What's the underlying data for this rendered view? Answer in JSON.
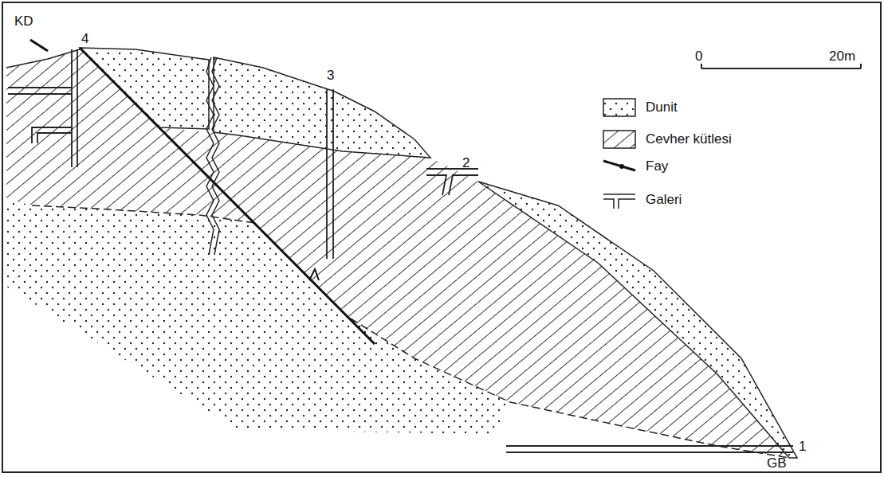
{
  "diagram": {
    "labels": [
      "KD",
      "4",
      "3",
      "2",
      "1",
      "GB",
      "0",
      "20m"
    ],
    "legend": [
      {
        "text": "Dunit"
      },
      {
        "text": "Cevher kütlesi"
      },
      {
        "text": "Fay"
      },
      {
        "text": "Galeri"
      }
    ]
  }
}
